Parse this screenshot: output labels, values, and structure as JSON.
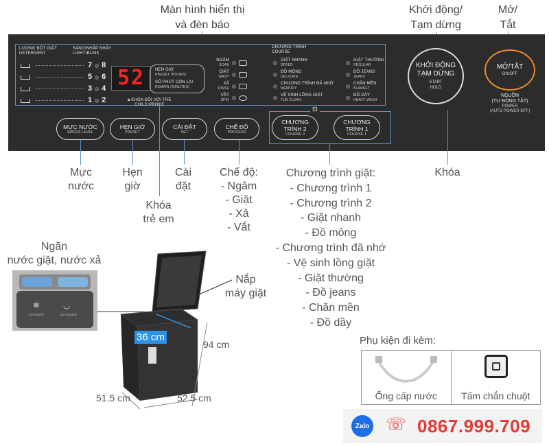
{
  "callouts": {
    "display": [
      "Màn hình hiển thị",
      "và đèn báo"
    ],
    "start": [
      "Khởi động/",
      "Tạm dừng"
    ],
    "power": [
      "Mở/",
      "Tắt"
    ],
    "lock": "Khóa",
    "water_level": [
      "Mực",
      "nước"
    ],
    "timer": [
      "Hẹn",
      "giờ"
    ],
    "set": [
      "Cài",
      "đặt"
    ],
    "child_lock": [
      "Khóa",
      "trẻ em"
    ],
    "process_title": "Chế độ:",
    "process_items": [
      "- Ngâm",
      "- Giặt",
      "- Xả",
      "- Vắt"
    ],
    "program_title": "Chương trình giặt:",
    "program_items": [
      "- Chương trình 1",
      "- Chương trình 2",
      "- Giặt nhanh",
      "- Đồ mỏng",
      "- Chương trình đã nhớ",
      "- Vệ sinh lồng giặt",
      "- Giặt thường",
      "- Đồ jeans",
      "- Chăn mền",
      "- Đồ dầy"
    ],
    "drawer": [
      "Ngăn",
      "nước giặt, nước xả"
    ],
    "lid": [
      "Nắp",
      "máy giặt"
    ]
  },
  "panel": {
    "detergent_header": [
      "LƯỢNG BỘT GIẶT",
      "DETERGENT"
    ],
    "light_header": [
      "SÁNG/NHẤP NHÁY",
      "LIGHT/BLINK"
    ],
    "levels": [
      {
        "a": "7",
        "b": "8"
      },
      {
        "a": "5",
        "b": "6"
      },
      {
        "a": "3",
        "b": "4"
      },
      {
        "a": "1",
        "b": "2"
      }
    ],
    "display_value": "52",
    "preset_label": [
      "HẸN GIỜ",
      "PRESET (HOURS)"
    ],
    "remain_label": [
      "SỐ PHÚT CÒN LẠI",
      "REMAIN (MINUTES)"
    ],
    "child_proof": [
      "KHÓA ĐỒI VỚI TRẺ",
      "CHILD PROOF"
    ],
    "processes": [
      {
        "vi": "NGÂM",
        "en": "SOAK"
      },
      {
        "vi": "GIẶT",
        "en": "WASH"
      },
      {
        "vi": "XẢ",
        "en": "RINSE"
      },
      {
        "vi": "VẮT",
        "en": "SPIN"
      }
    ],
    "course_header": [
      "CHƯƠNG TRÌNH",
      "COURSE"
    ],
    "courses_left": [
      {
        "vi": "GIẶT NHANH",
        "en": "SPEED"
      },
      {
        "vi": "ĐỒ MỎNG",
        "en": "DELICATE"
      },
      {
        "vi": "CHƯƠNG TRÌNH ĐÃ NHỚ",
        "en": "MEMORY"
      },
      {
        "vi": "VỆ SINH LỒNG GIẶT",
        "en": "TUB CLEAN"
      }
    ],
    "courses_right": [
      {
        "vi": "GIẶT THƯỜNG",
        "en": "REGULAR"
      },
      {
        "vi": "ĐỒ JEANS",
        "en": "JEANS"
      },
      {
        "vi": "CHĂN MỀN",
        "en": "BLANKET"
      },
      {
        "vi": "ĐỒ DÀY",
        "en": "HEAVY WASH"
      }
    ],
    "btn_water": [
      "MỰC NƯỚC",
      "WATER LEVEL"
    ],
    "btn_preset": [
      "HẸN GIỜ",
      "PRESET"
    ],
    "btn_set": [
      "CÀI ĐẶT",
      "SET"
    ],
    "btn_process": [
      "CHẾ ĐỘ",
      "PROCESS"
    ],
    "btn_course2": [
      "CHƯƠNG",
      "TRÌNH 2",
      "COURSE 2"
    ],
    "btn_course1": [
      "CHƯƠNG",
      "TRÌNH 1",
      "COURSE 1"
    ],
    "btn_start": [
      "KHỞI ĐỘNG",
      "TẠM DỪNG",
      "START",
      "HOLD"
    ],
    "btn_power": [
      "MỞ/TẮT",
      "ON/OFF"
    ],
    "power_label": [
      "NGUỒN",
      "(TỰ ĐỘNG TẮT)",
      "POWER",
      "(AUTO POWER OFF)"
    ]
  },
  "dimensions": {
    "depth_inner": "36 cm",
    "height": "94 cm",
    "width": "51.5 cm",
    "depth": "52.5 cm"
  },
  "drawer_labels": [
    "SOFTENER",
    "DETERGENT"
  ],
  "accessories": {
    "title": "Phụ kiện đi kèm:",
    "items": [
      "Ống cấp nước",
      "Tấm chắn chuột"
    ]
  },
  "contact": {
    "zalo": "Zalo",
    "phone": "0867.999.709"
  },
  "colors": {
    "panel": "#2c2c2c",
    "accent_blue": "#5d8fd0",
    "power_ring": "#f08a24",
    "display_red": "#ff2020",
    "dim_tag": "#2a93e8",
    "phone": "#e53935"
  }
}
